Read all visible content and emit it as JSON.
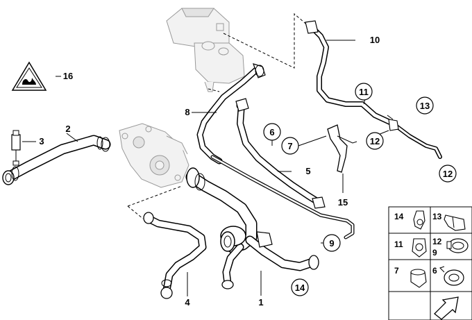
{
  "callouts": [
    {
      "id": "c1",
      "text": "1"
    },
    {
      "id": "c2",
      "text": "2"
    },
    {
      "id": "c3",
      "text": "3"
    },
    {
      "id": "c4",
      "text": "4"
    },
    {
      "id": "c5",
      "text": "5"
    },
    {
      "id": "c6",
      "text": "6"
    },
    {
      "id": "c7",
      "text": "7"
    },
    {
      "id": "c8",
      "text": "8"
    },
    {
      "id": "c9",
      "text": "9"
    },
    {
      "id": "c10",
      "text": "10"
    },
    {
      "id": "c11",
      "text": "11"
    },
    {
      "id": "c12a",
      "text": "12"
    },
    {
      "id": "c12b",
      "text": "12"
    },
    {
      "id": "c13",
      "text": "13"
    },
    {
      "id": "c14",
      "text": "14"
    },
    {
      "id": "c15",
      "text": "15"
    },
    {
      "id": "c16",
      "text": "16"
    }
  ],
  "legend": {
    "cells": [
      {
        "id": "l14",
        "text": "14"
      },
      {
        "id": "l13",
        "text": "13"
      },
      {
        "id": "l11",
        "text": "11"
      },
      {
        "id": "l12",
        "text": "12"
      },
      {
        "id": "l9",
        "text": "9"
      },
      {
        "id": "l7",
        "text": "7"
      },
      {
        "id": "l6",
        "text": "6"
      }
    ]
  },
  "colors": {
    "line": "#000000",
    "ghost": "#999999",
    "background": "#ffffff"
  },
  "icons": [
    "hot-surface-warning-icon",
    "scroll-arrow-icon"
  ]
}
